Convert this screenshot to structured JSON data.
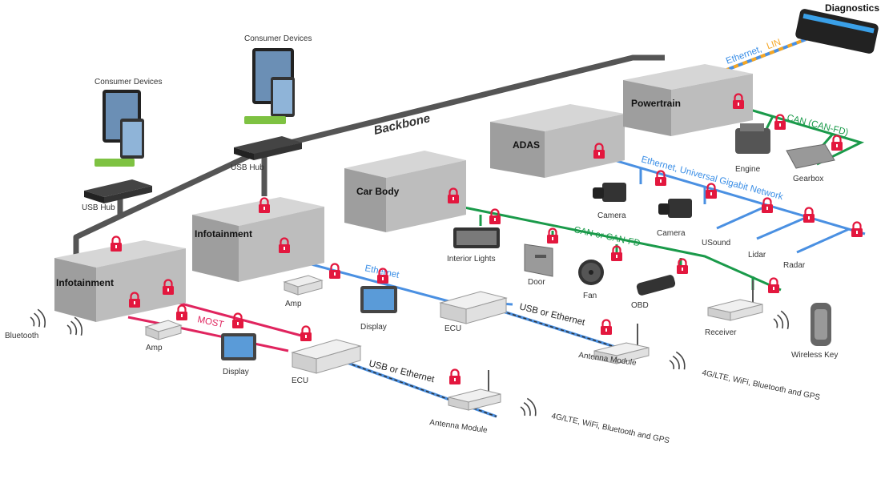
{
  "diagram": {
    "title": "Diagnostics",
    "backbone_label": "Backbone",
    "blocks": {
      "infotainment_left": "Infotainment",
      "infotainment_mid": "Infotainment",
      "car_body": "Car Body",
      "adas": "ADAS",
      "powertrain": "Powertrain"
    },
    "buses": {
      "most": "MOST",
      "ethernet_mid": "Ethernet",
      "usb_eth_left": "USB or Ethernet",
      "usb_eth_mid": "USB or Ethernet",
      "can_body": "CAN or CAN-FD",
      "ethernet_gigabit": "Ethernet, Universal Gigabit Network",
      "can_powertrain": "CAN (CAN-FD)",
      "eth_lin_a": "Ethernet,",
      "eth_lin_b": "LIN"
    },
    "devices": {
      "consumer_left": "Consumer Devices",
      "consumer_mid": "Consumer Devices",
      "usb_hub_left": "USB Hub",
      "usb_hub_mid": "USB Hub",
      "bluetooth": "Bluetooth",
      "amp_left": "Amp",
      "display_left": "Display",
      "ecu_left": "ECU",
      "antenna_left": "Antenna Module",
      "wireless_left": "4G/LTE, WiFi, Bluetooth and GPS",
      "amp_mid": "Amp",
      "display_mid": "Display",
      "ecu_mid": "ECU",
      "antenna_mid": "Antenna Module",
      "wireless_mid": "4G/LTE, WiFi, Bluetooth and GPS",
      "interior_lights": "Interior Lights",
      "door": "Door",
      "fan": "Fan",
      "obd": "OBD",
      "receiver": "Receiver",
      "wireless_key": "Wireless Key",
      "camera_1": "Camera",
      "camera_2": "Camera",
      "usound": "USound",
      "lidar": "Lidar",
      "radar": "Radar",
      "engine": "Engine",
      "gearbox": "Gearbox"
    },
    "colors": {
      "backbone": "#555555",
      "ethernet": "#4a90e2",
      "can": "#1a9a4a",
      "most": "#e0245e",
      "lin": "#f5a623",
      "lock": "#e3173e",
      "block": "#bdbdbd"
    }
  }
}
